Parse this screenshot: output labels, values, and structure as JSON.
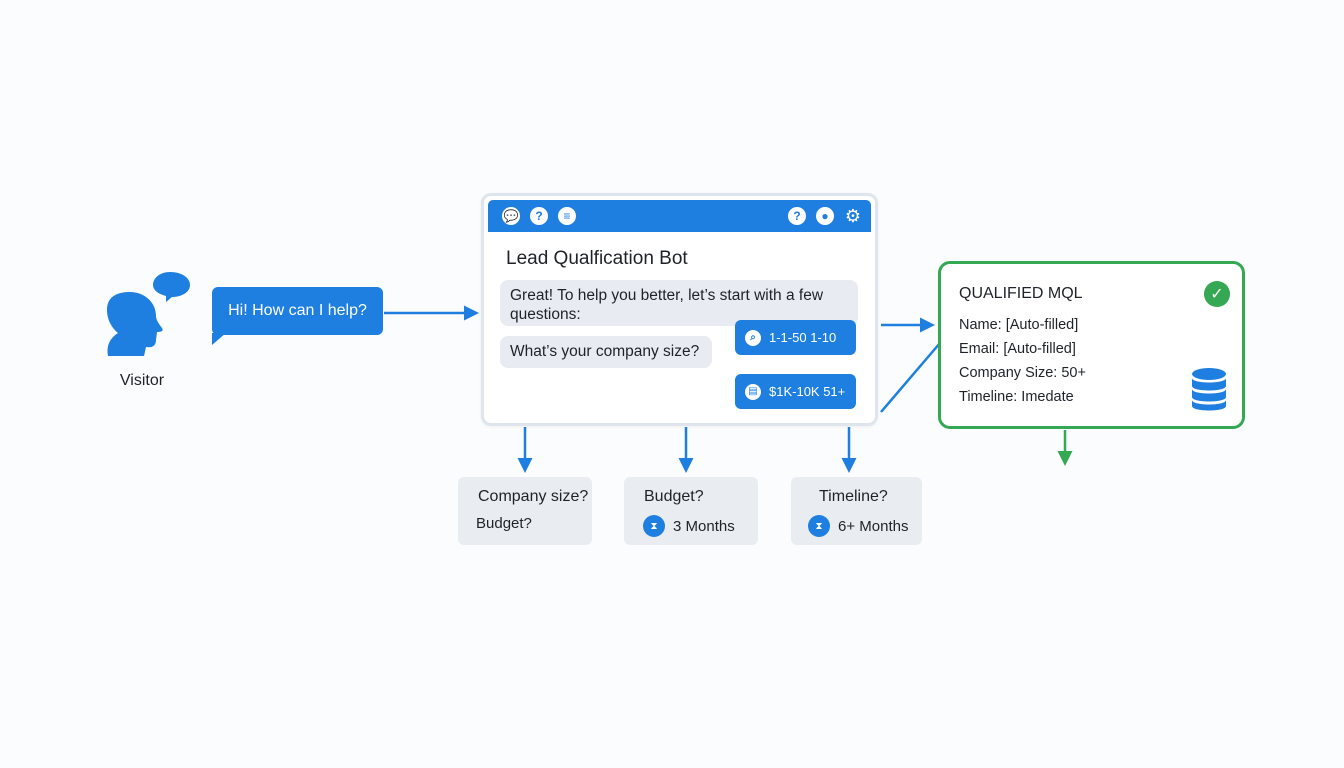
{
  "colors": {
    "primary_blue": "#1e7fe0",
    "success_green": "#34a853",
    "bubble_gray": "#e8ecf2",
    "card_gray": "#e9edf2"
  },
  "visitor": {
    "icon": "person-speaking-icon",
    "label": "Visitor"
  },
  "greeting": {
    "text": "Hi! How can I help?"
  },
  "chat_window": {
    "header_icons_left": [
      "chat-icon",
      "help-icon",
      "menu-icon"
    ],
    "header_icons_right": [
      "help-icon",
      "location-icon",
      "gear-icon"
    ],
    "title": "Lead Qualfication Bot",
    "bot_messages": [
      "Great! To help you better, let’s start with a few questions:",
      "What’s your company size?"
    ],
    "user_replies": [
      {
        "icon": "search-icon",
        "text": "1-1-50 1-10"
      },
      {
        "icon": "save-icon",
        "text": "$1K-10K  51+"
      }
    ]
  },
  "question_cards": [
    {
      "title": "Company size?",
      "subtitle": "Budget?"
    },
    {
      "title": "Budget?",
      "subtitle": "3 Months",
      "icon": "hourglass-icon"
    },
    {
      "title": "Timeline?",
      "subtitle": "6+ Months",
      "icon": "hourglass-icon"
    }
  ],
  "mql_card": {
    "title": "QUALIFIED MQL",
    "status_icon": "check-circle-icon",
    "db_icon": "database-icon",
    "fields": [
      "Name: [Auto-filled]",
      "Email: [Auto-filled]",
      "Company Size: 50+",
      "Timeline: Imedate"
    ]
  }
}
